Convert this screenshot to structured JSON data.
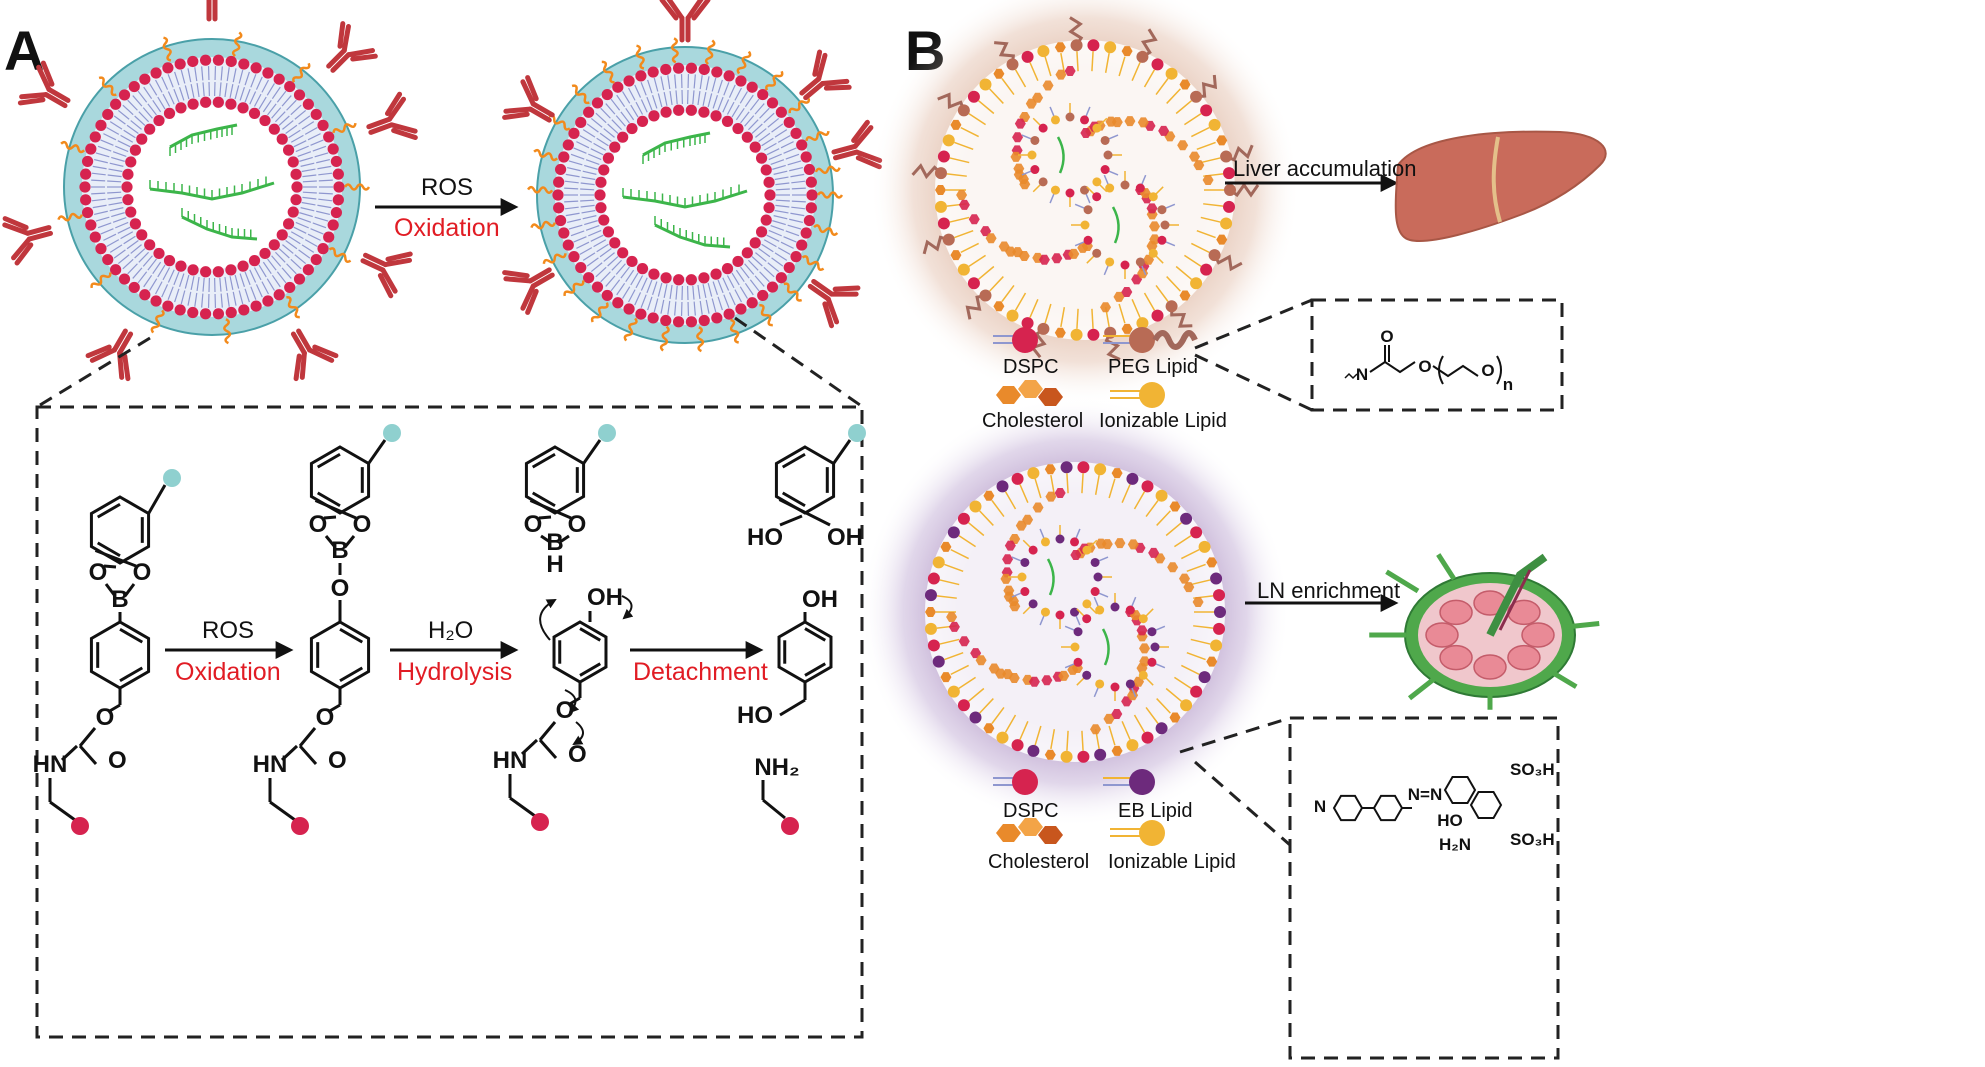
{
  "panel_a": {
    "letter": "A",
    "top_arrow": {
      "top": "ROS",
      "bottom": "Oxidation"
    },
    "arrows": [
      {
        "top": "ROS",
        "bottom": "Oxidation"
      },
      {
        "top": "H₂O",
        "bottom": "Hydrolysis"
      },
      {
        "top": "",
        "bottom": "Detachment"
      }
    ],
    "chem_labels": {
      "O": "O",
      "B": "B",
      "H": "H",
      "HN": "HN",
      "HO": "HO",
      "OH": "OH",
      "NH2": "NH₂"
    }
  },
  "panel_b": {
    "letter": "B",
    "top": {
      "arrow_label": "Liver accumulation",
      "legend": [
        "DSPC",
        "PEG Lipid",
        "Cholesterol",
        "Ionizable Lipid"
      ],
      "struct": {
        "N": "N",
        "O": "O",
        "n": "n"
      }
    },
    "bottom": {
      "arrow_label": "LN enrichment",
      "legend": [
        "DSPC",
        "EB Lipid",
        "Cholesterol",
        "Ionizable Lipid"
      ],
      "struct": {
        "N": "N",
        "HO": "HO",
        "H2N": "H₂N",
        "SO3H_1": "SO₃H",
        "SO3H_2": "SO₃H",
        "azo": "N=N"
      }
    }
  },
  "colors": {
    "shell": "#a9d8dd",
    "shell_edge": "#4aa0a8",
    "lipid_head": "#d6234f",
    "tail": "#8f97cf",
    "antibody": "#c0373d",
    "peg": "#f28a1c",
    "rna": "#3cb54a",
    "ligand": "#8fd0cf",
    "liver": "#c96b5b",
    "ln_green": "#4fa84b",
    "ln_pink": "#e98a96",
    "text_red": "#e11c24",
    "eb": "#6d2a7c",
    "ionizable": "#f1b434",
    "cholesterol": "#e98a2b"
  }
}
